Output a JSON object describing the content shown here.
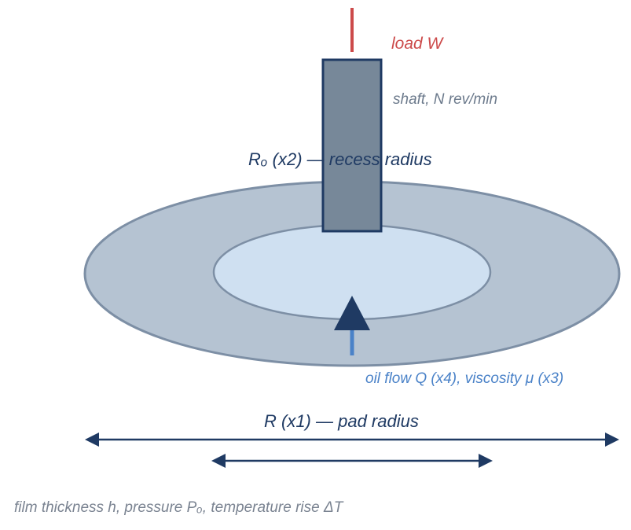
{
  "labels": {
    "load": "load W",
    "shaft": "shaft, N rev/min",
    "recess_radius": "Rₒ (x2) — recess radius",
    "oil_flow": "oil flow Q (x4), viscosity μ (x3)",
    "pad_radius": "R (x1) — pad radius",
    "outputs": "film thickness h, pressure Pₒ, temperature rise ΔT"
  },
  "colors": {
    "load": "#cc4a4a",
    "shaft_fill": "#778899",
    "shaft_stroke": "#1f3a63",
    "pad_fill": "#b5c3d2",
    "pad_stroke": "#7d8fa5",
    "recess_fill": "#cfe0f1",
    "recess_stroke": "#7d8fa5",
    "flow": "#4a82c8",
    "dark": "#1f3a63",
    "shaft_text": "#6c7a8c",
    "output_text": "#7a8391"
  }
}
